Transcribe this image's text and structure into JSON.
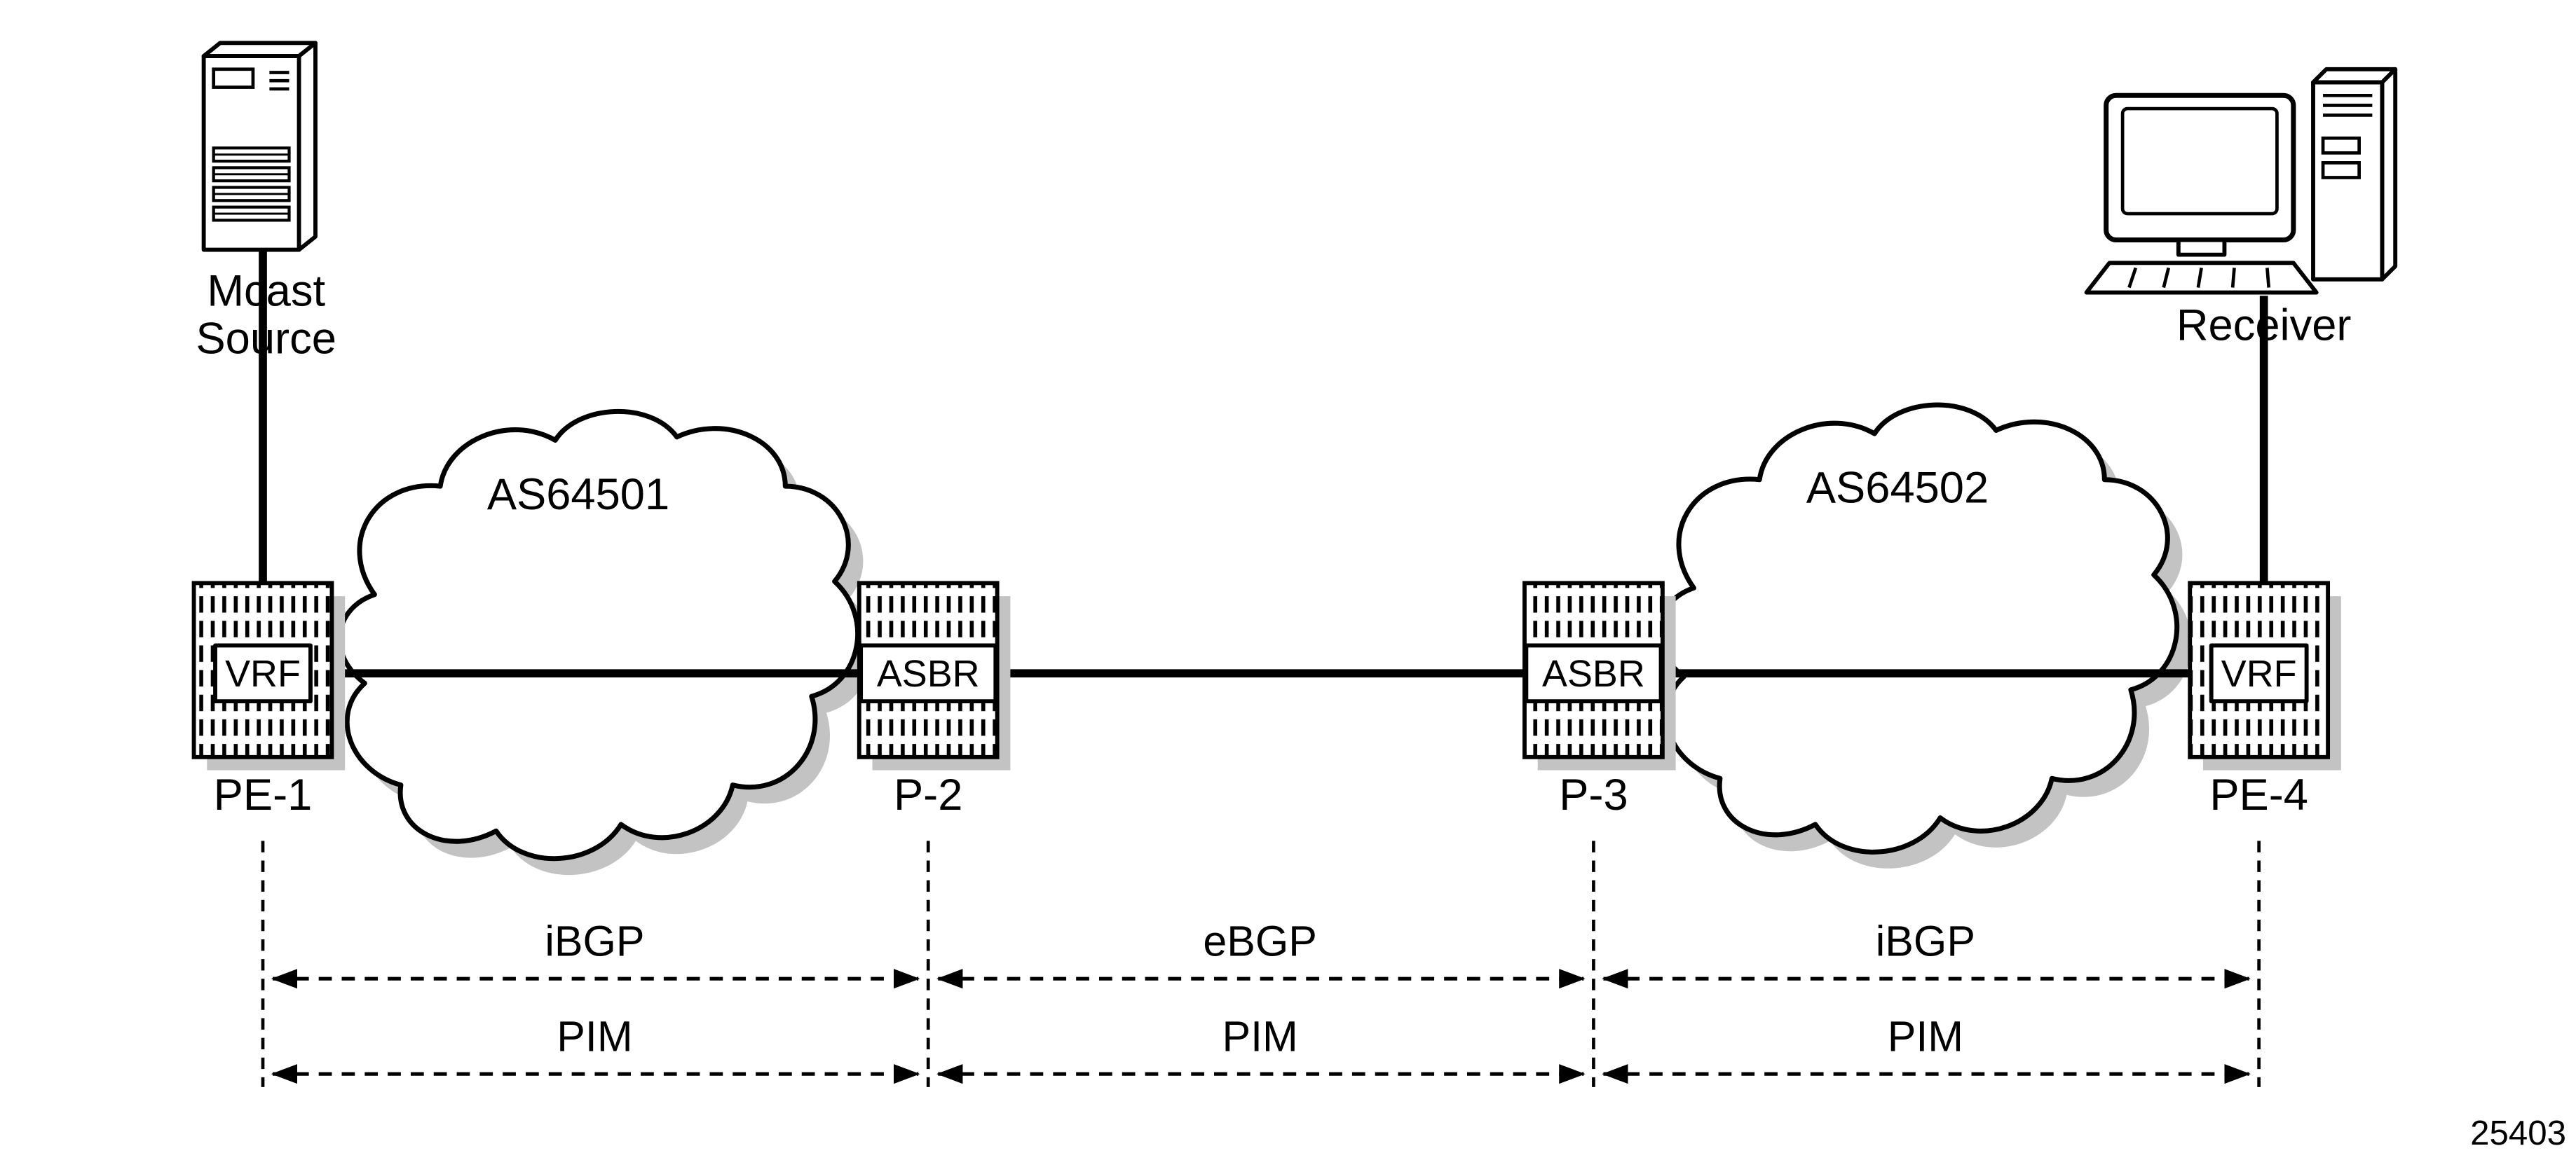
{
  "figure": {
    "source_label": [
      "Mcast",
      "Source"
    ],
    "receiver_label": "Receiver",
    "clouds": [
      {
        "label": "AS64501"
      },
      {
        "label": "AS64502"
      }
    ],
    "routers": [
      {
        "name": "PE-1",
        "box": "VRF"
      },
      {
        "name": "P-2",
        "box": "ASBR"
      },
      {
        "name": "P-3",
        "box": "ASBR"
      },
      {
        "name": "PE-4",
        "box": "VRF"
      }
    ],
    "bgp_labels": [
      "iBGP",
      "eBGP",
      "iBGP"
    ],
    "pim_labels": [
      "PIM",
      "PIM",
      "PIM"
    ],
    "figure_number": "25403",
    "colors": {
      "ink": "#000000",
      "shadow": "#c3c3c3",
      "paper": "#ffffff"
    }
  }
}
